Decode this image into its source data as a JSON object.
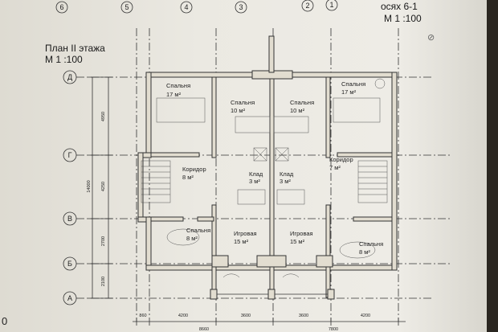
{
  "drawing": {
    "title": "План II  этажа",
    "title_scale": "М 1 :100",
    "corner_title": "осях 6-1",
    "corner_scale": "М 1 :100",
    "edge_number": "0"
  },
  "column_axes": [
    "6",
    "5",
    "4",
    "3",
    "2",
    "1"
  ],
  "row_axes": [
    "Д",
    "Г",
    "В",
    "Б",
    "А"
  ],
  "left_dimensions": {
    "total": "14000",
    "segments": [
      "4950",
      "4250",
      "2700",
      "2100"
    ]
  },
  "bottom_dimensions": {
    "row1": [
      "860",
      "4200",
      "3600",
      "3600",
      "4200"
    ],
    "row2": [
      "8660",
      "7800"
    ]
  },
  "rooms": [
    {
      "name": "Спальня",
      "area": "17 м²"
    },
    {
      "name": "Спальня",
      "area": "10 м²"
    },
    {
      "name": "Спальня",
      "area": "10 м²"
    },
    {
      "name": "Спальня",
      "area": "17 м²"
    },
    {
      "name": "Коридор",
      "area": "8 м²"
    },
    {
      "name": "Клад",
      "area": "3 м²"
    },
    {
      "name": "Клад",
      "area": "3 м²"
    },
    {
      "name": "Коридор",
      "area": "7 м²"
    },
    {
      "name": "Спальня",
      "area": "8 м²"
    },
    {
      "name": "Игровая",
      "area": "15 м²"
    },
    {
      "name": "Игровая",
      "area": "15 м²"
    },
    {
      "name": "Спальня",
      "area": "8 м²"
    }
  ]
}
